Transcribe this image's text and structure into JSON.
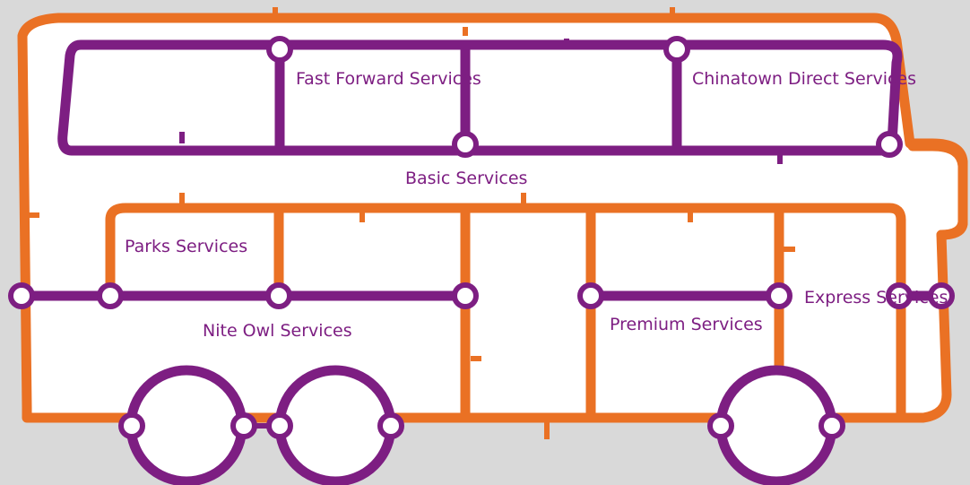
{
  "colors": {
    "background": "#d9d9d9",
    "body_fill": "#ffffff",
    "orange": "#ea7124",
    "purple": "#7d1e82"
  },
  "labels": {
    "fast_forward": "Fast Forward\nServices",
    "chinatown": "Chinatown\nDirect Services",
    "basic": "Basic Services",
    "parks": "Parks\nServices",
    "nite_owl": "Nite Owl Services",
    "premium": "Premium\nServices",
    "express": "Express\nServices"
  }
}
